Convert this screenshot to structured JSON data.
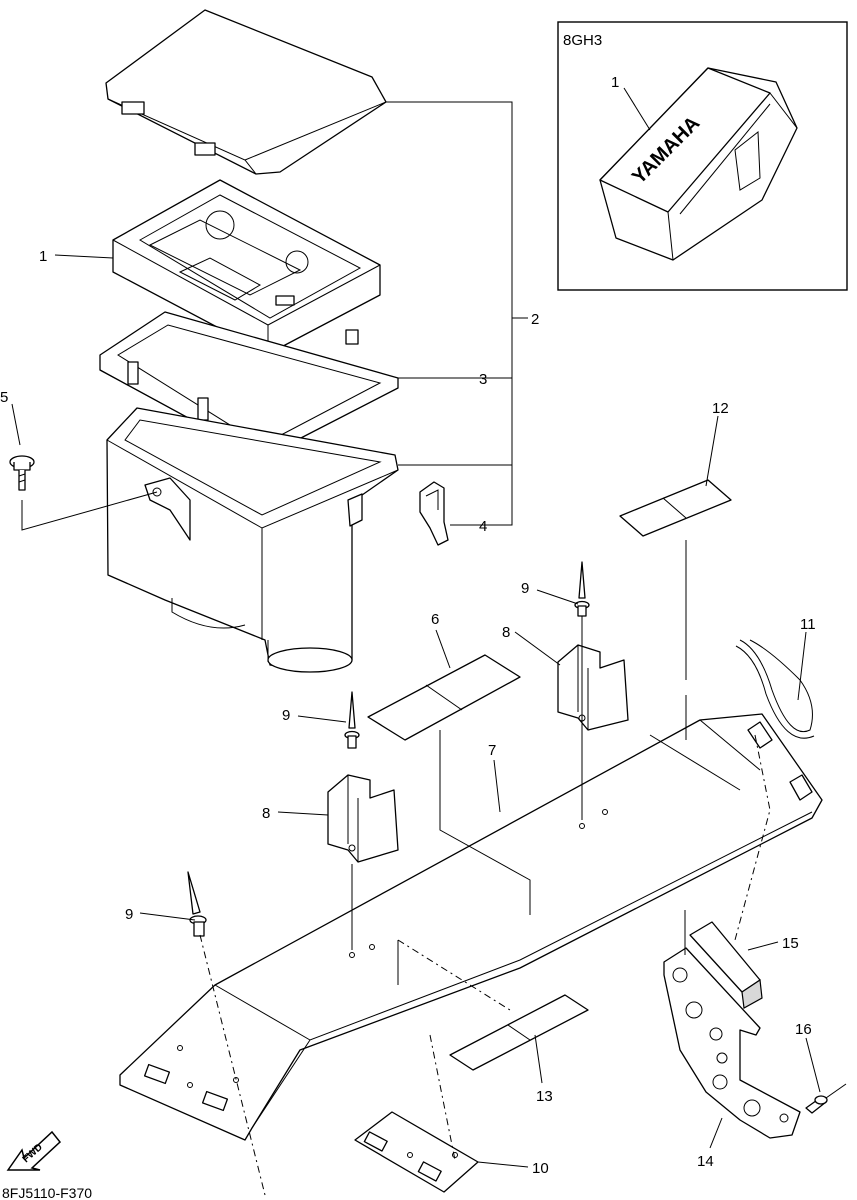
{
  "figure_code": "8FJ5110-F370",
  "inset": {
    "label": "8GH3",
    "part_number": "1",
    "brand_text": "YAMAHA"
  },
  "fwd_label": "FWD",
  "callouts": {
    "c1": "1",
    "c2": "2",
    "c3": "3",
    "c4": "4",
    "c5": "5",
    "c6": "6",
    "c7": "7",
    "c8a": "8",
    "c8b": "8",
    "c9a": "9",
    "c9b": "9",
    "c9c": "9",
    "c10": "10",
    "c11": "11",
    "c12": "12",
    "c13": "13",
    "c14": "14",
    "c15": "15",
    "c16": "16"
  }
}
